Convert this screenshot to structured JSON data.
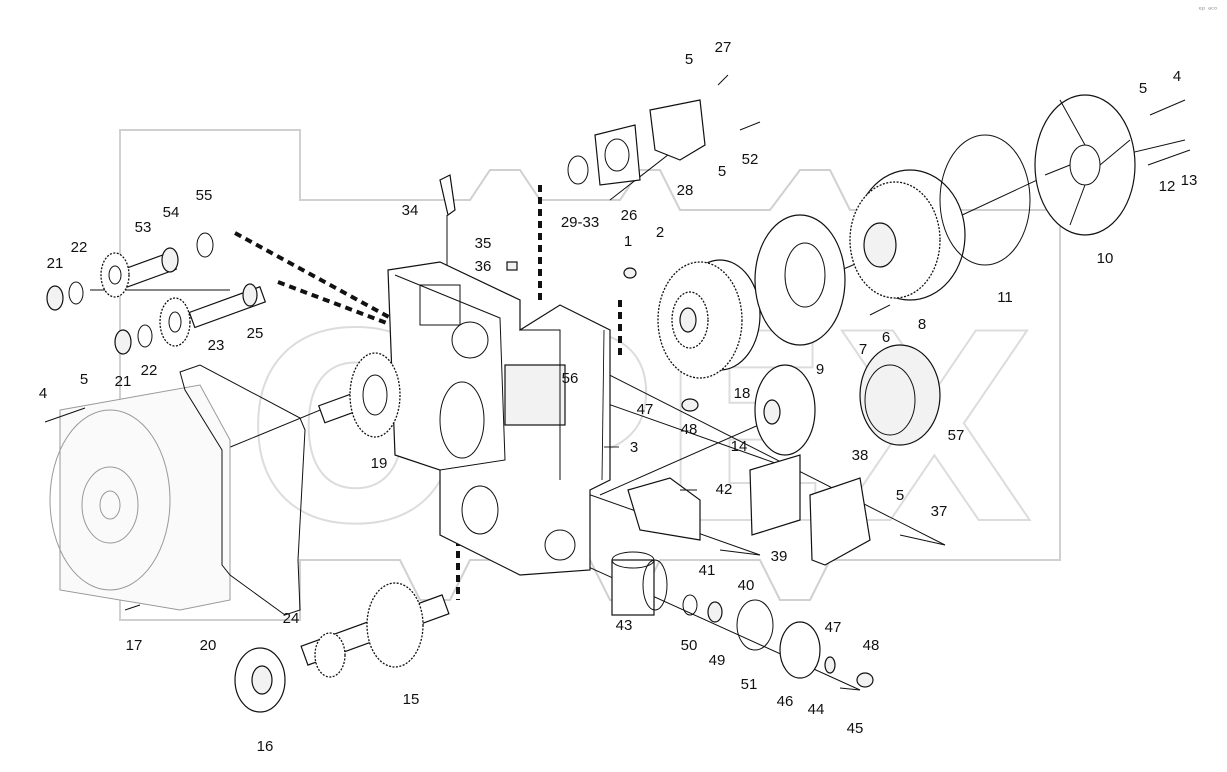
{
  "diagram": {
    "watermark": "OPEX",
    "corner_mark": "ᵉᵖ ᵃᶜᵒ",
    "labels": [
      "1",
      "2",
      "3",
      "4",
      "4",
      "5",
      "5",
      "5",
      "5",
      "5",
      "6",
      "7",
      "8",
      "9",
      "10",
      "11",
      "12",
      "13",
      "14",
      "15",
      "16",
      "17",
      "18",
      "19",
      "20",
      "21",
      "21",
      "22",
      "22",
      "23",
      "24",
      "25",
      "26",
      "27",
      "28",
      "29-33",
      "34",
      "35",
      "36",
      "37",
      "38",
      "39",
      "40",
      "41",
      "42",
      "43",
      "44",
      "45",
      "46",
      "47",
      "47",
      "48",
      "48",
      "49",
      "50",
      "51",
      "52",
      "53",
      "54",
      "55",
      "56",
      "57"
    ]
  }
}
